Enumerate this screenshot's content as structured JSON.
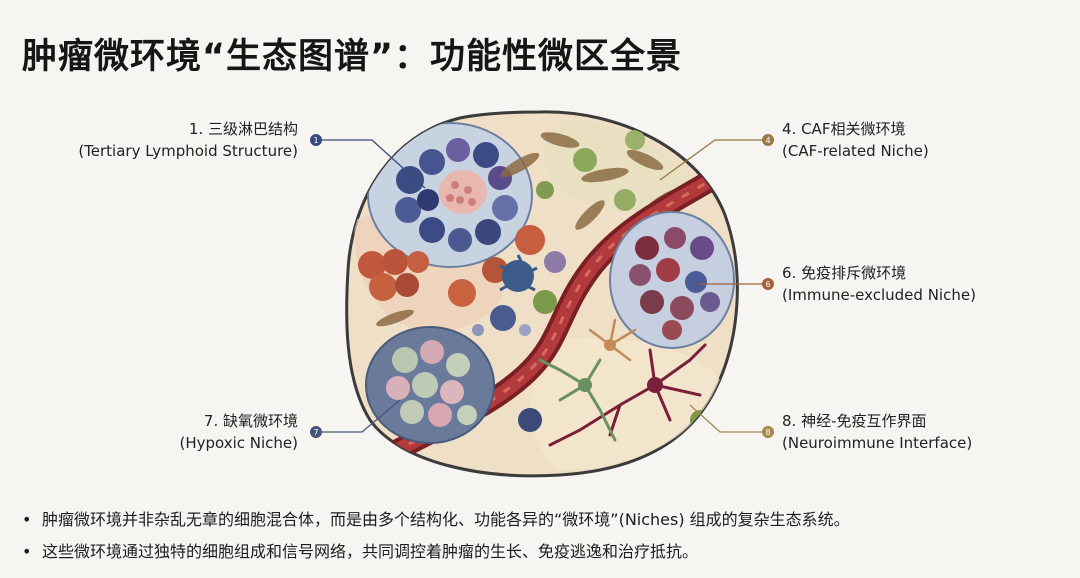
{
  "title": "肿瘤微环境“生态图谱”：功能性微区全景",
  "niches": [
    {
      "num": "1",
      "cn": "1. 三级淋巴结构",
      "en": "(Tertiary Lymphoid Structure)",
      "color": "#3a4a7a"
    },
    {
      "num": "4",
      "cn": "4. CAF相关微环境",
      "en": "(CAF-related Niche)",
      "color": "#9a7a44"
    },
    {
      "num": "6",
      "cn": "6. 免疫排斥微环境",
      "en": "(Immune-excluded Niche)",
      "color": "#a4623a"
    },
    {
      "num": "7",
      "cn": "7. 缺氧微环境",
      "en": "(Hypoxic Niche)",
      "color": "#44557a"
    },
    {
      "num": "8",
      "cn": "8. 神经-免疫互作界面",
      "en": "(Neuroimmune Interface)",
      "color": "#a48850"
    }
  ],
  "bullets": [
    "肿瘤微环境并非杂乱无章的细胞混合体，而是由多个结构化、功能各异的“微环境”(Niches) 组成的复杂生态系统。",
    "这些微环境通过独特的细胞组成和信号网络，共同调控着肿瘤的生长、免疫逃逸和治疗抵抗。"
  ]
}
